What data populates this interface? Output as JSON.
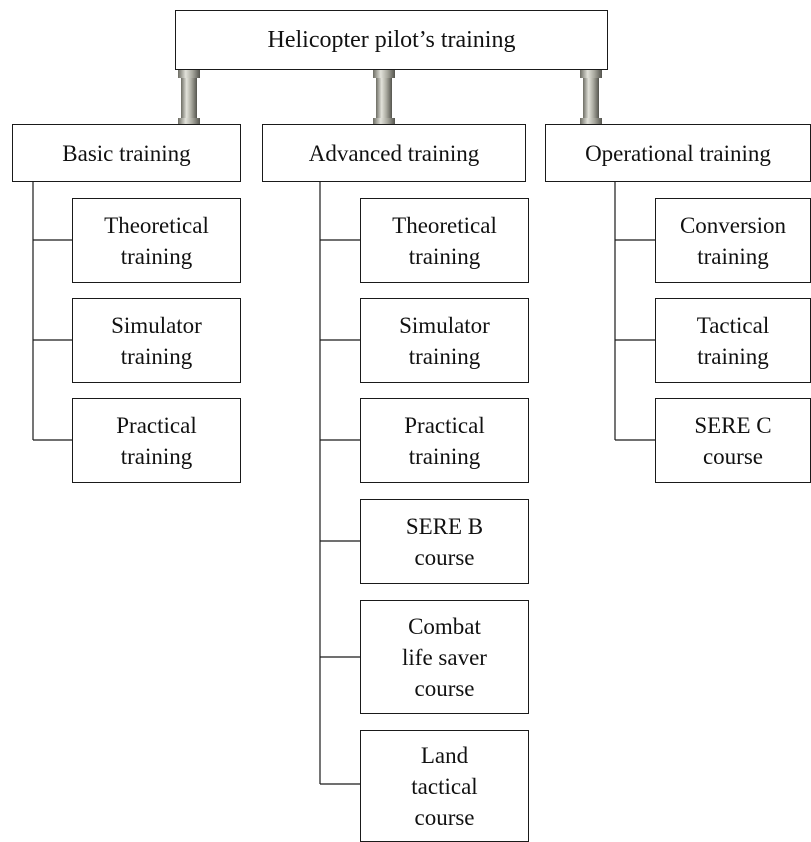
{
  "root": {
    "label": "Helicopter pilot’s training"
  },
  "categories": [
    {
      "label": "Basic training",
      "children": [
        {
          "label": "Theoretical\ntraining"
        },
        {
          "label": "Simulator\ntraining"
        },
        {
          "label": "Practical\ntraining"
        }
      ]
    },
    {
      "label": "Advanced training",
      "children": [
        {
          "label": "Theoretical\ntraining"
        },
        {
          "label": "Simulator\ntraining"
        },
        {
          "label": "Practical\ntraining"
        },
        {
          "label": "SERE B\ncourse"
        },
        {
          "label": "Combat\nlife saver\ncourse"
        },
        {
          "label": "Land\ntactical\ncourse"
        }
      ]
    },
    {
      "label": "Operational training",
      "children": [
        {
          "label": "Conversion\ntraining"
        },
        {
          "label": "Tactical\ntraining"
        },
        {
          "label": "SERE C\ncourse"
        }
      ]
    }
  ],
  "colors": {
    "line": "#1a1a1a",
    "pillar_light": "#d9d9d0",
    "pillar_dark": "#6d6d64"
  }
}
